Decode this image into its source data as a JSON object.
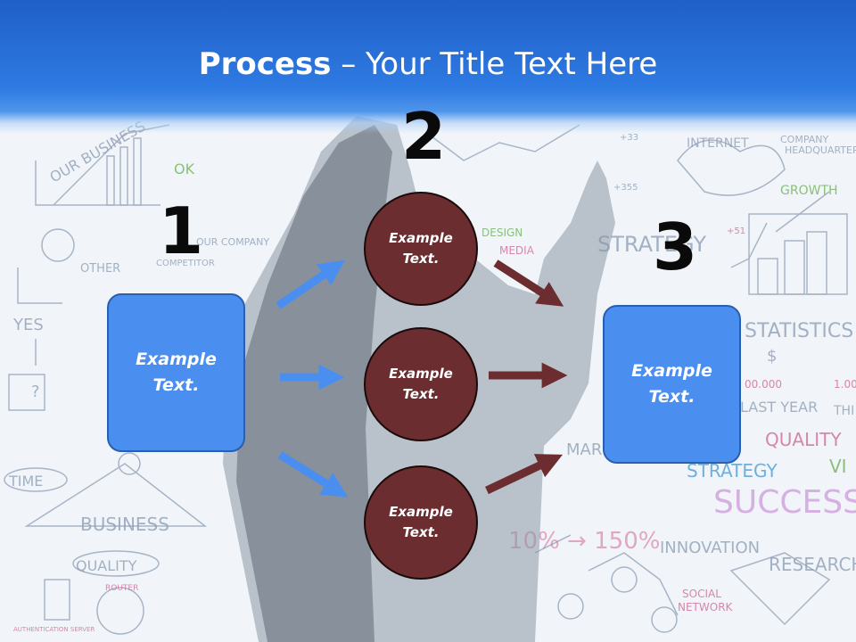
{
  "title": {
    "bold": "Process",
    "rest": " – Your Title Text Here"
  },
  "steps": [
    {
      "number": "1"
    },
    {
      "number": "2"
    },
    {
      "number": "3"
    }
  ],
  "left_box": {
    "text": "Example\nText."
  },
  "right_box": {
    "text": "Example\nText."
  },
  "circles": [
    {
      "text": "Example\nText."
    },
    {
      "text": "Example\nText."
    },
    {
      "text": "Example\nText."
    }
  ],
  "colors": {
    "header_blue": "#2e7be3",
    "box_blue": "#4a8ef0",
    "circle_brown": "#6b2d2f",
    "arrow_blue": "#4a8ef0",
    "arrow_brown": "#6b2d2f"
  },
  "background": {
    "whiteboard_words": [
      "OUR BUSINESS",
      "OK",
      "INTERNET",
      "COMPANY HEADQUARTERS",
      "GROWTH",
      "YES",
      "OTHER",
      "COMPETITOR",
      "OUR COMPANY",
      "DESIGN",
      "MEDIA",
      "STRATEGY",
      "STATISTICS",
      "LAST YEAR",
      "QUALITY",
      "STRATEGY",
      "SUCCESS",
      "TIME",
      "BUSINESS",
      "QUALITY",
      "ROUTER",
      "AUTHENTICATION SERVER",
      "INNOVATION",
      "RESEARCH",
      "SOCIAL NETWORK",
      "MAR",
      "?",
      "+33",
      "+51",
      "+355",
      "10%",
      "150%",
      "$",
      "VI",
      "THI",
      "1.00",
      "00.000"
    ]
  }
}
